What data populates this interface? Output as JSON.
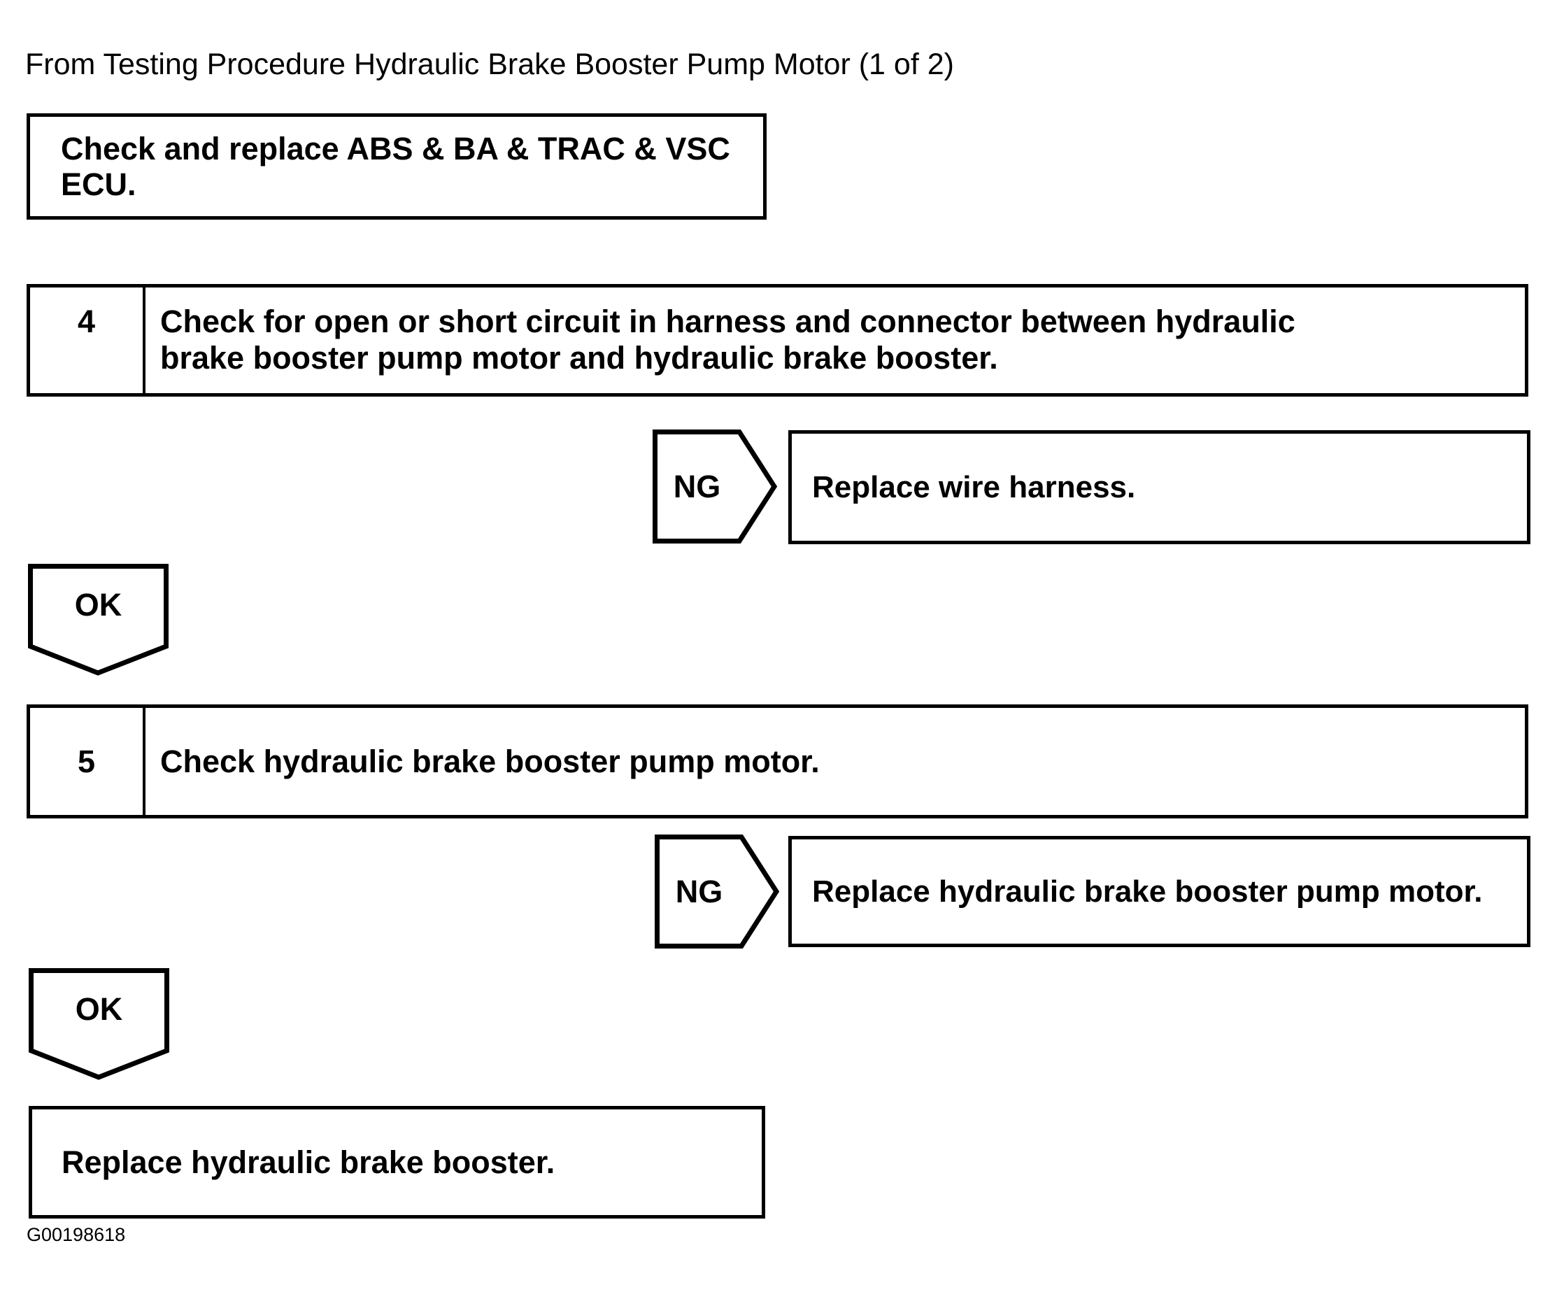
{
  "page": {
    "title": "From Testing Procedure Hydraulic Brake Booster Pump Motor (1 of 2)",
    "figure_code": "G00198618"
  },
  "flowchart": {
    "entry_box": {
      "text": "Check and replace ABS & BA & TRAC & VSC ECU."
    },
    "steps": [
      {
        "number": "4",
        "instruction": "Check for open or short circuit in harness and connector between hydraulic brake booster pump motor and hydraulic brake booster.",
        "ng_label": "NG",
        "ng_action": "Replace wire harness.",
        "ok_label": "OK"
      },
      {
        "number": "5",
        "instruction": "Check hydraulic brake booster pump motor.",
        "ng_label": "NG",
        "ng_action": "Replace hydraulic brake booster pump motor.",
        "ok_label": "OK"
      }
    ],
    "final_box": {
      "text": "Replace hydraulic brake booster."
    }
  },
  "colors": {
    "ink": "#000000",
    "paper": "#ffffff"
  }
}
